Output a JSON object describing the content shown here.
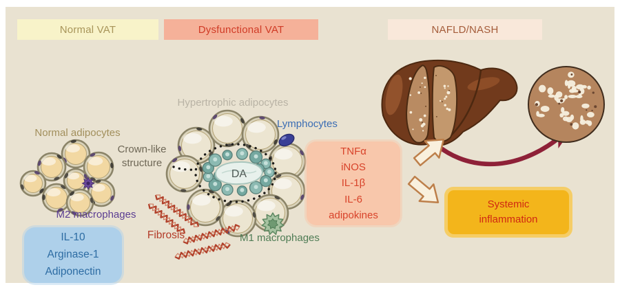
{
  "headers": {
    "normal_vat": "Normal VAT",
    "dysfunctional_vat": "Dysfunctional VAT",
    "nafld_nash": "NAFLD/NASH"
  },
  "normal_vat": {
    "adipocytes_label": "Normal adipocytes",
    "macrophages_label": "M2 macrophages",
    "secretions": [
      "IL-10",
      "Arginase-1",
      "Adiponectin"
    ]
  },
  "dysfunctional_vat": {
    "adipocytes_label": "Hypertrophic adipocytes",
    "crown_structure_label": "Crown-like structure",
    "dead_adipocyte_abbr": "DA",
    "lymphocytes_label": "Lymphocytes",
    "fibrosis_label": "Fibrosis",
    "macrophages_label": "M1 macrophages",
    "cytokines": [
      "TNFα",
      "iNOS",
      "IL-1β",
      "IL-6",
      "adipokines"
    ]
  },
  "outcome": {
    "systemic_inflammation_label": "Systemic inflammation"
  },
  "palette": {
    "panel_bg": "#e9e2d1",
    "normal_vat_bg": "#f8f3c9",
    "normal_vat_text": "#a8955a",
    "dysfunctional_vat_bg": "#f5b199",
    "dysfunctional_vat_text": "#d03b26",
    "nafld_bg": "#f9e8da",
    "nafld_text": "#a45c3a",
    "secretion_box_bg": "#aed0ea",
    "secretion_text": "#2d6ca3",
    "cytokine_box_bg": "#f8c7ab",
    "cytokine_text": "#d8432a",
    "inflammation_box_bg": "#f3b51b",
    "inflammation_text": "#d02812",
    "m2_label": "#5b3d92",
    "m1_label": "#4f7c55",
    "lymphocyte_label": "#3a6cb3",
    "fibrosis_label": "#b33b28",
    "liver_dark": "#713a1c",
    "magnify_arrow": "#8e2138"
  }
}
